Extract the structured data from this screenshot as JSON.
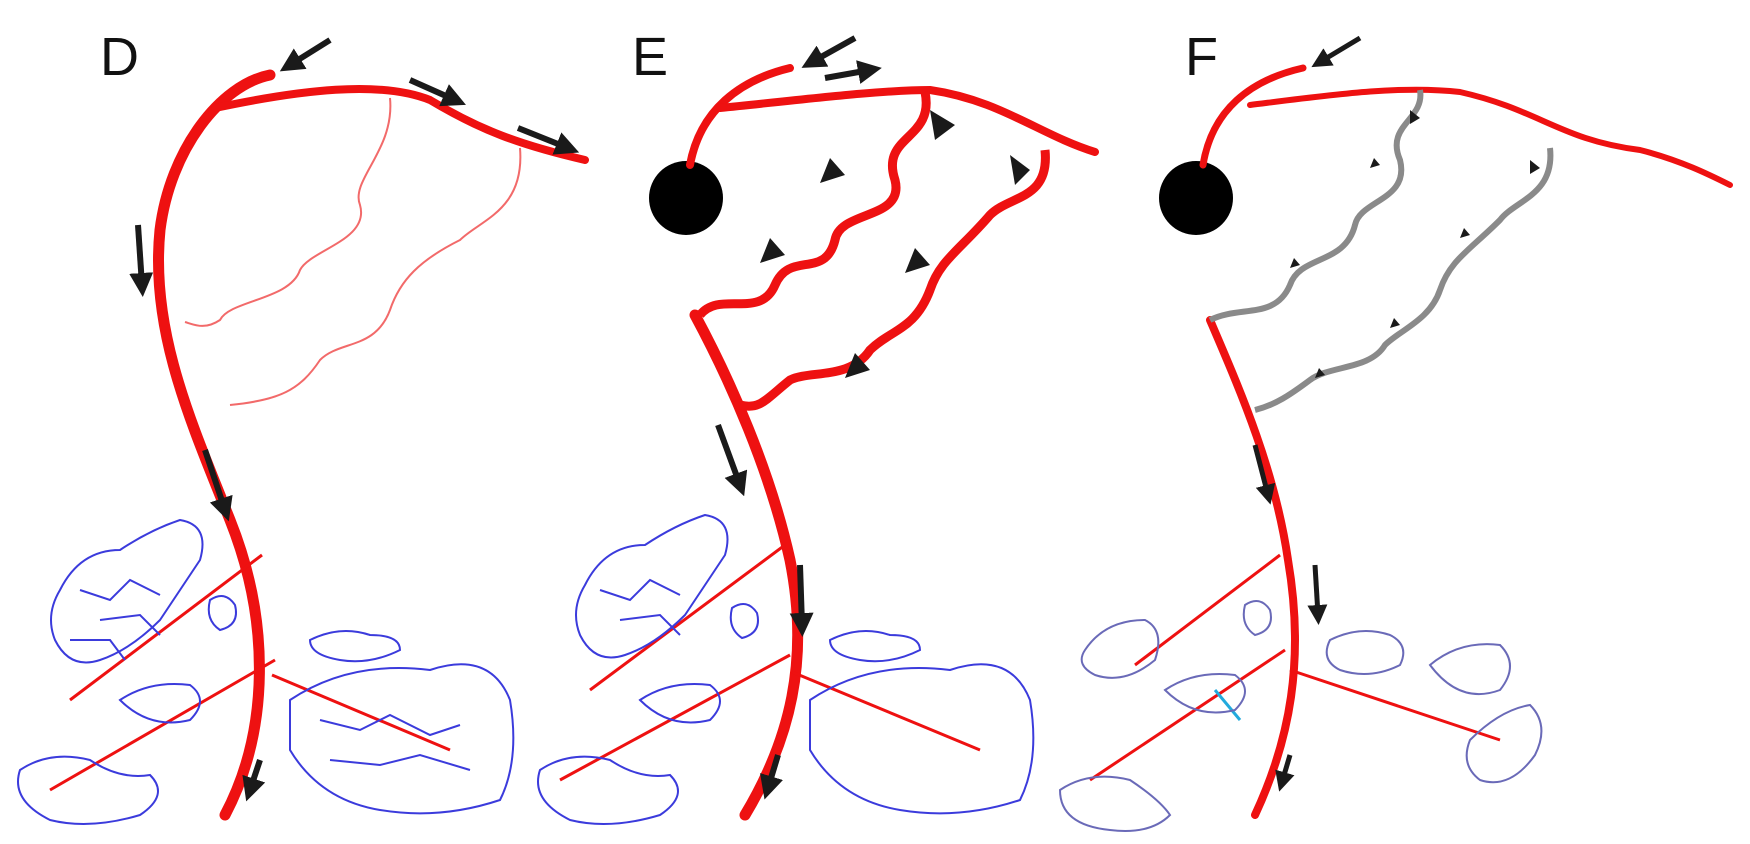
{
  "panels": [
    {
      "label": "D"
    },
    {
      "label": "E"
    },
    {
      "label": "F"
    }
  ],
  "colors": {
    "artery": "#ee1111",
    "artery_thin": "#f26a6a",
    "collateral_grey": "#8a8a8a",
    "capillary": "#3b3bdc",
    "arrow": "#1a1a1a",
    "occlusion": "#000000",
    "alt_branch": "#22aadd"
  }
}
